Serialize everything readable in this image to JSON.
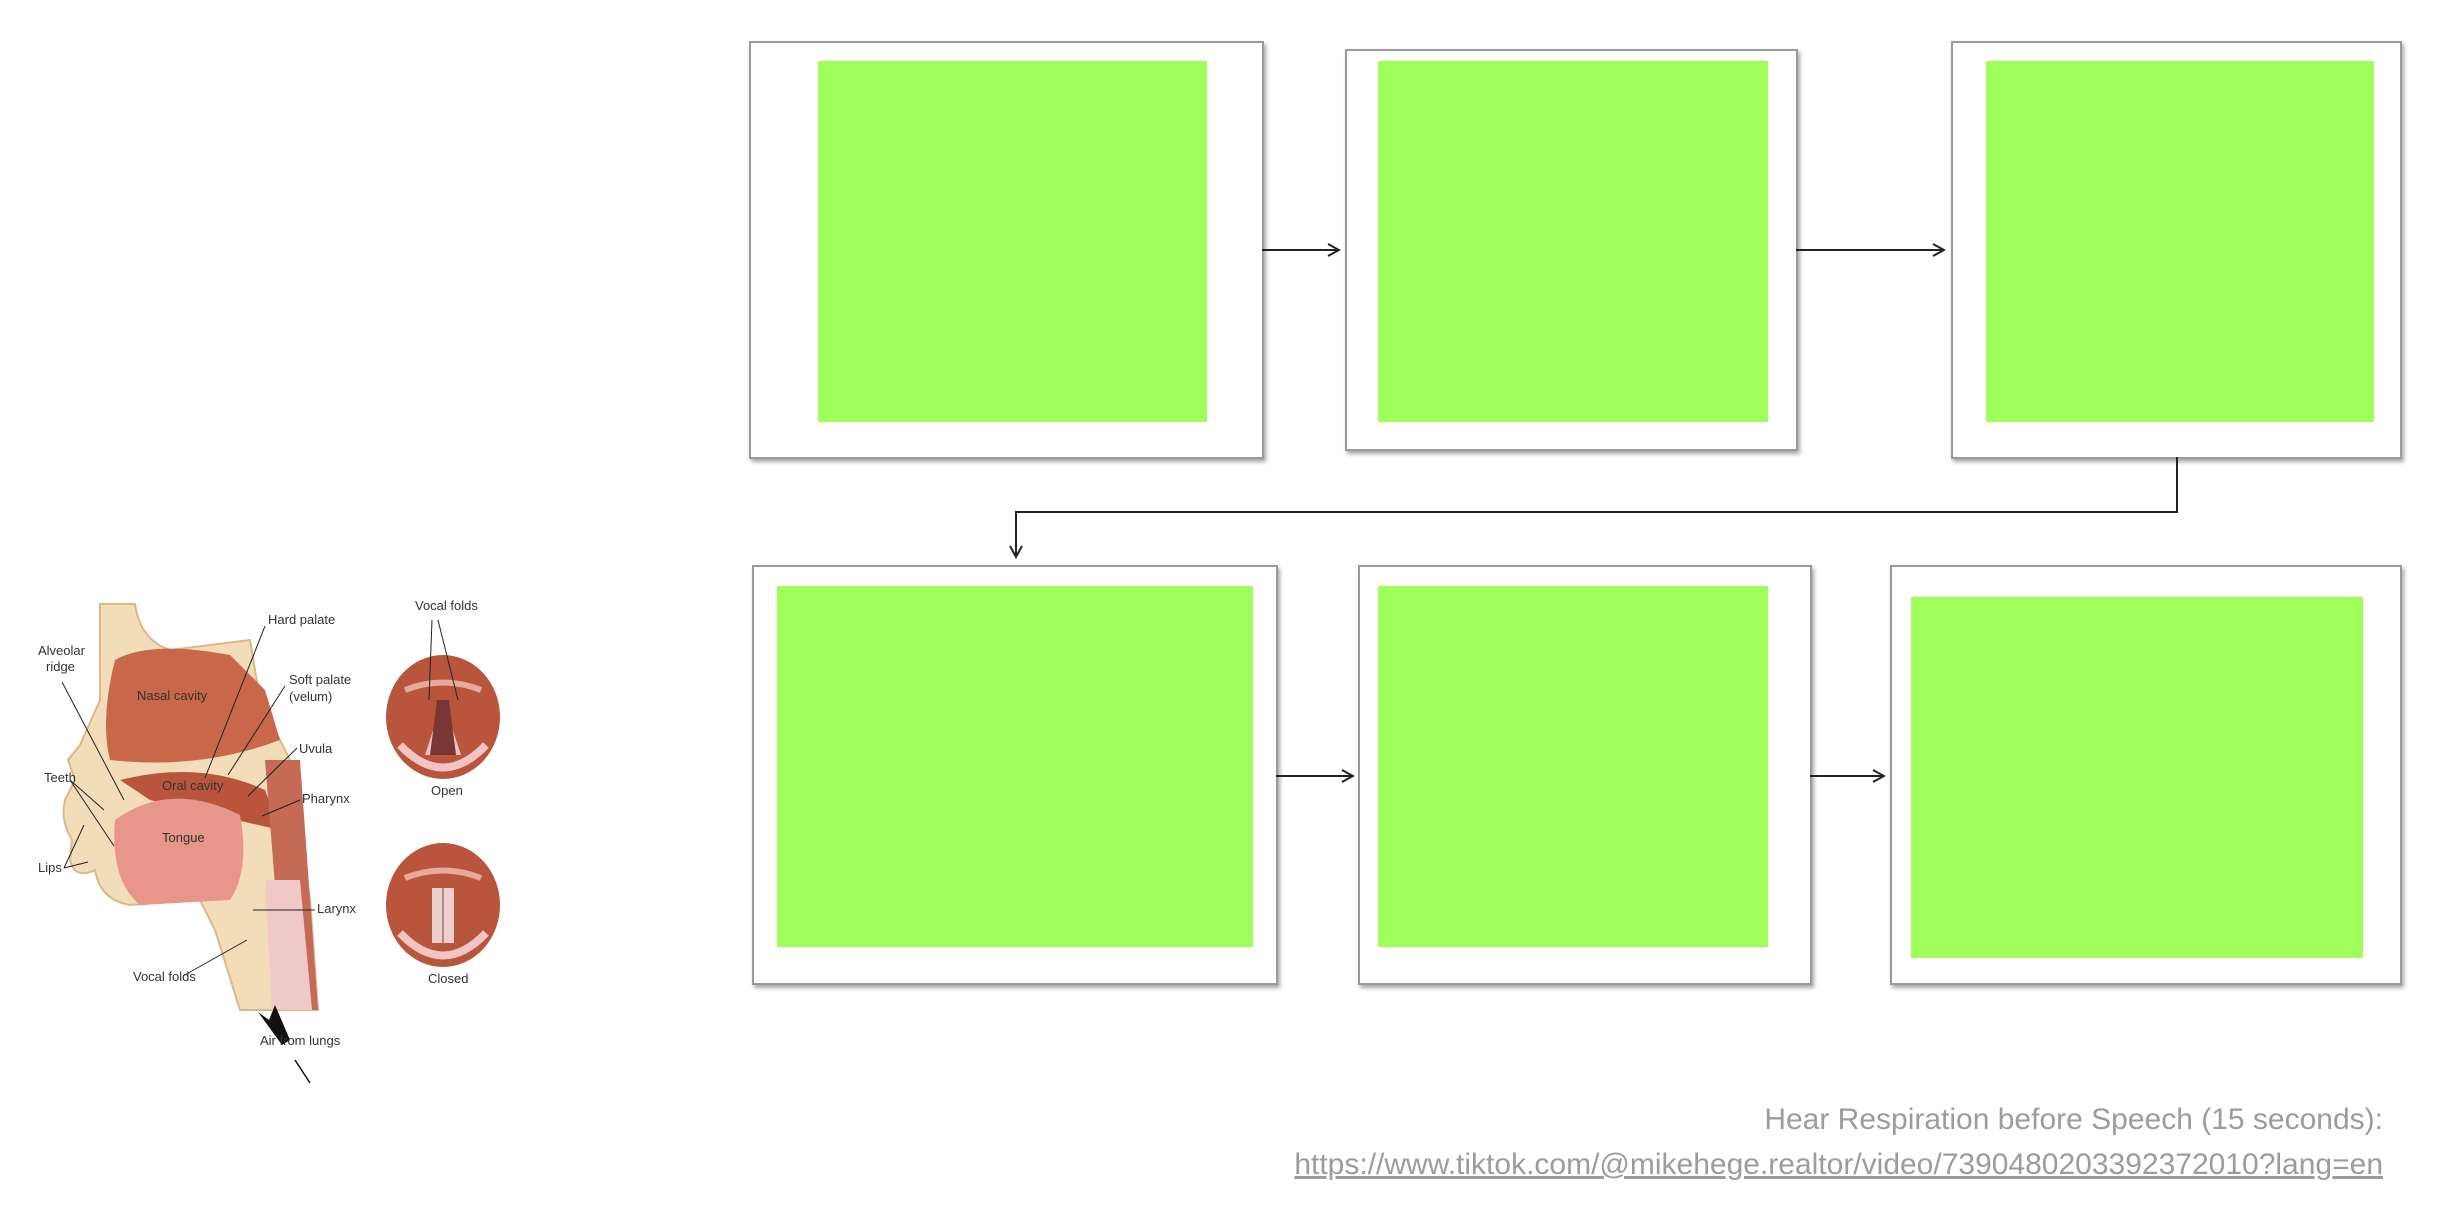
{
  "placeholder_color": "#a0ff5a",
  "flow_boxes": [
    {
      "id": "step-1",
      "content": "placeholder"
    },
    {
      "id": "step-2",
      "content": "placeholder"
    },
    {
      "id": "step-3",
      "content": "placeholder"
    },
    {
      "id": "step-4",
      "content": "placeholder"
    },
    {
      "id": "step-5",
      "content": "placeholder"
    },
    {
      "id": "step-6",
      "content": "placeholder"
    }
  ],
  "anatomy": {
    "labels": {
      "hard_palate": "Hard palate",
      "alveolar_ridge_1": "Alveolar",
      "alveolar_ridge_2": "ridge",
      "nasal_cavity": "Nasal cavity",
      "soft_palate_1": "Soft palate",
      "soft_palate_2": "(velum)",
      "uvula": "Uvula",
      "teeth": "Teeth",
      "oral_cavity": "Oral cavity",
      "pharynx": "Pharynx",
      "tongue": "Tongue",
      "lips": "Lips",
      "larynx": "Larynx",
      "vocal_folds": "Vocal folds",
      "air_from_lungs": "Air from lungs"
    },
    "glottis": {
      "title": "Vocal folds",
      "open": "Open",
      "closed": "Closed"
    }
  },
  "caption": {
    "line1": "Hear Respiration before Speech (15 seconds):",
    "link": "https://www.tiktok.com/@mikehege.realtor/video/7390480203392372010?lang=en"
  }
}
